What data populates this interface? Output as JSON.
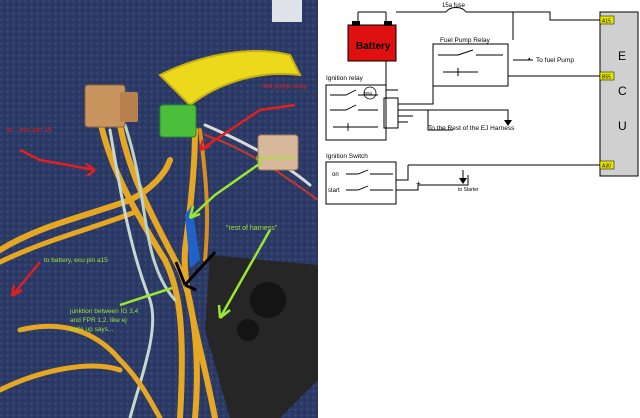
{
  "photo": {
    "annotations": {
      "ecu_pin_label": "to ...ecu pin 15",
      "fuel_pump_relay_label": "fuel pump relay",
      "ground_label": "ground hmm",
      "harness_label": "\"rest of harness\"",
      "battery_label": "to battery, ecu pin a15",
      "junction_label": "junktion between IG 3,4 and FPR 1,2. like ej write up says..."
    }
  },
  "schematic": {
    "fuse_label": "15a fuse",
    "battery_label": "Battery",
    "fuel_pump_relay_title": "Fuel Pump Relay",
    "to_fuel_pump_label": "To fuel Pump",
    "ignition_relay_title": "Ignition relay",
    "ign_relay_tag": "B94",
    "rest_of_harness_label": "To the Rest of the EJ Harness",
    "ignition_switch_title": "Ignition Switch",
    "switch_on_label": "on",
    "switch_start_label": "start",
    "plus_sign": "+",
    "to_starter_label": "to Starter",
    "ecu_letters": [
      "E",
      "C",
      "U"
    ],
    "ecu_pin_top": "A15",
    "ecu_pin_mid": "B55",
    "ecu_pin_bottom": "A30"
  },
  "colors": {
    "battery_red": "#e01010",
    "pin_yellow": "#e6e600",
    "ecu_grey": "#d0d0d0",
    "annot_red": "#e02020",
    "annot_green": "#9ae630"
  }
}
